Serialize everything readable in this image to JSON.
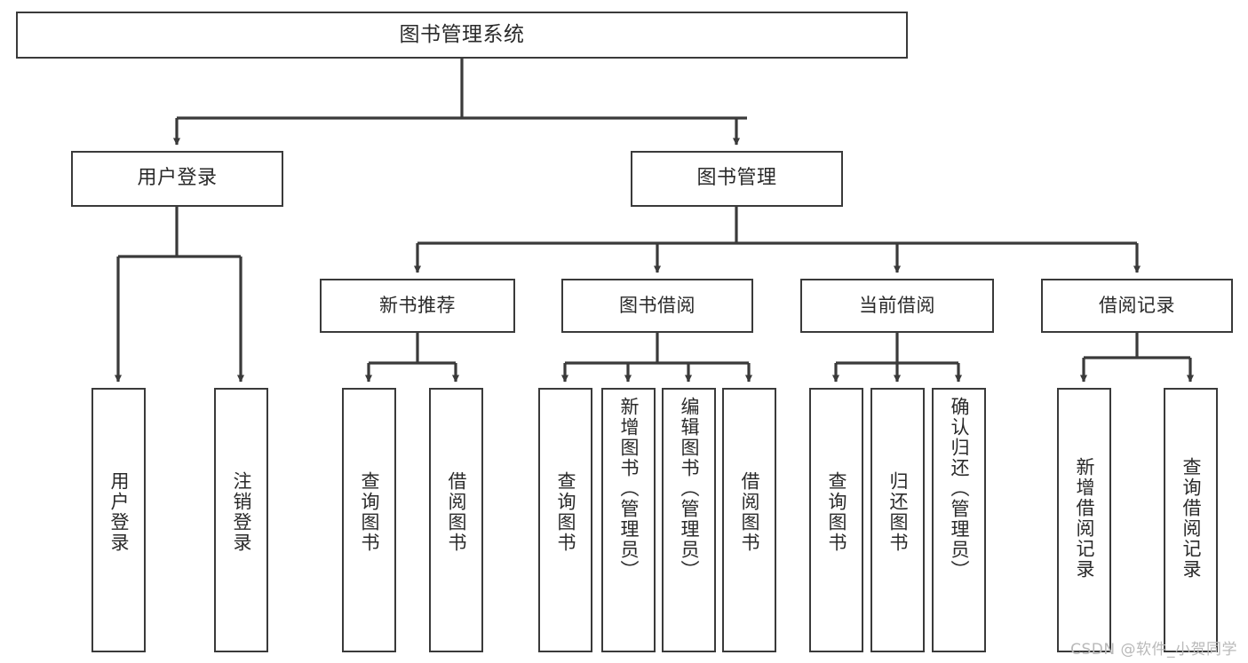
{
  "diagram": {
    "title": "图书管理系统",
    "type": "tree-hierarchy-diagram",
    "watermark": "CSDN @软件_小贺同学",
    "colors": {
      "background": "#ffffff",
      "box_border": "#3a3a3a",
      "box_fill": "#ffffff",
      "edge": "#3a3a3a",
      "text": "#2a2a2a",
      "watermark": "#b9b9b9"
    },
    "root": {
      "label": "图书管理系统"
    },
    "level1": [
      {
        "label": "用户登录"
      },
      {
        "label": "图书管理"
      }
    ],
    "level2": [
      {
        "label": "新书推荐"
      },
      {
        "label": "图书借阅"
      },
      {
        "label": "当前借阅"
      },
      {
        "label": "借阅记录"
      }
    ],
    "leaves": {
      "user_login": [
        {
          "label": "用户登录"
        },
        {
          "label": "注销登录"
        }
      ],
      "new_book_recommend": [
        {
          "label": "查询图书"
        },
        {
          "label": "借阅图书"
        }
      ],
      "book_borrow": [
        {
          "label": "查询图书"
        },
        {
          "label": "新增图书（管理员）"
        },
        {
          "label": "编辑图书（管理员）"
        },
        {
          "label": "借阅图书"
        }
      ],
      "current_borrow": [
        {
          "label": "查询图书"
        },
        {
          "label": "归还图书"
        },
        {
          "label": "确认归还（管理员）"
        }
      ],
      "borrow_record": [
        {
          "label": "新增借阅记录"
        },
        {
          "label": "查询借阅记录"
        }
      ]
    }
  }
}
